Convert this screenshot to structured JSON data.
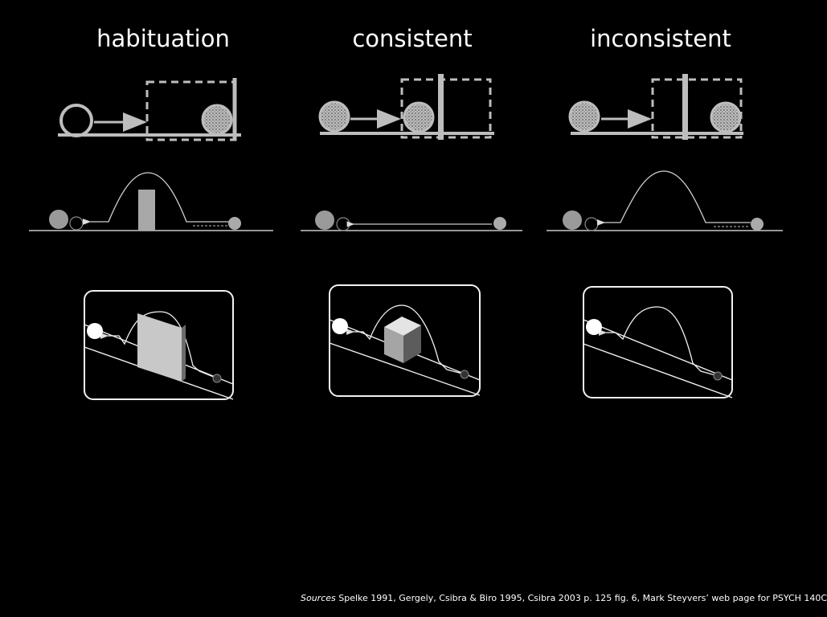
{
  "columns": {
    "habituation": "habituation",
    "consistent": "consistent",
    "inconsistent": "inconsistent"
  },
  "footer": {
    "label": "Sources",
    "text": "Spelke 1991, Gergely, Csibra & Biro 1995, Csibra 2003 p. 125 fig. 6, Mark Steyvers’ web page for PSYCH 140C"
  },
  "colors": {
    "background": "#000000",
    "line": "#c8c8c8",
    "panel_border": "#f2f2f2"
  }
}
